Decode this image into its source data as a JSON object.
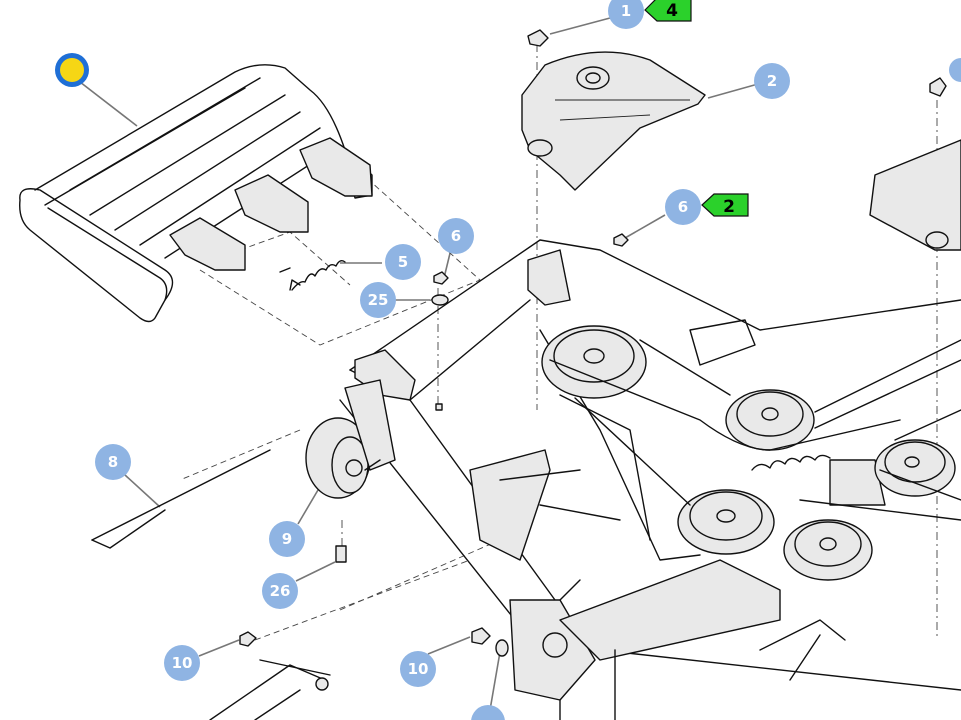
{
  "diagram": {
    "callouts": [
      {
        "id": "c1",
        "label": "1"
      },
      {
        "id": "c2",
        "label": "2"
      },
      {
        "id": "c5",
        "label": "5"
      },
      {
        "id": "c6a",
        "label": "6"
      },
      {
        "id": "c6b",
        "label": "6"
      },
      {
        "id": "c25",
        "label": "25"
      },
      {
        "id": "c8",
        "label": "8"
      },
      {
        "id": "c9",
        "label": "9"
      },
      {
        "id": "c26",
        "label": "26"
      },
      {
        "id": "c10a",
        "label": "10"
      },
      {
        "id": "c10b",
        "label": "10"
      }
    ],
    "flags": [
      {
        "id": "f4",
        "label": "4"
      },
      {
        "id": "f2",
        "label": "2"
      }
    ],
    "selected_marker": {
      "color_ring": "#1f6fd6",
      "color_fill": "#f6d615"
    },
    "colors": {
      "callout": "#8fb4e3",
      "flag": "#2bd12b",
      "line": "#111111"
    }
  }
}
